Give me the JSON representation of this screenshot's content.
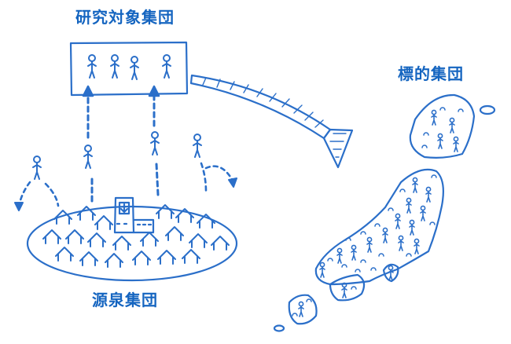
{
  "labels": {
    "study_population": "研究対象集団",
    "source_population": "源泉集団",
    "target_population": "標的集団"
  },
  "colors": {
    "ink": "#2B6FC9",
    "label": "#1565C0",
    "background": "#FFFFFF"
  },
  "icons": [
    "person-icon",
    "house-icon",
    "hospital-icon",
    "arrow-icon"
  ]
}
